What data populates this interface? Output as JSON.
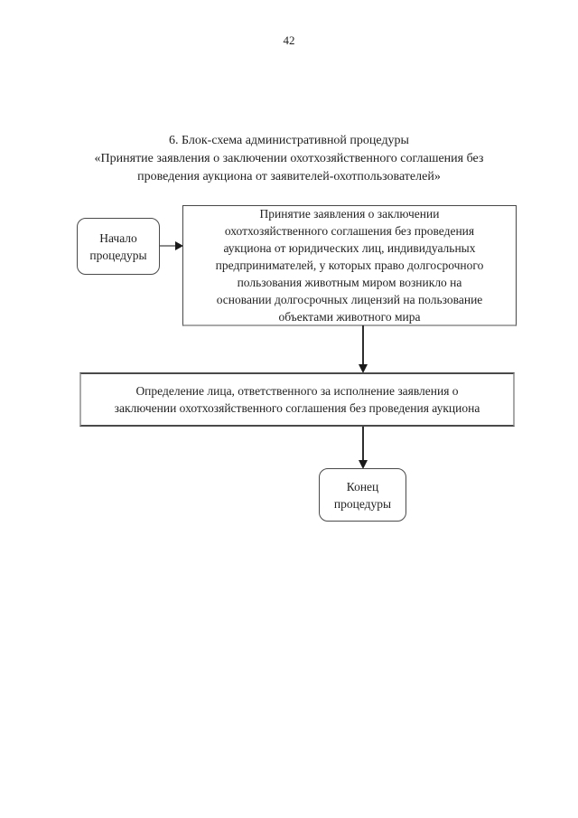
{
  "page": {
    "number": "42",
    "background_color": "#ffffff",
    "text_color": "#1f1f1f"
  },
  "title": {
    "line1": "6. Блок-схема административной процедуры",
    "line2": "«Принятие заявления о заключении охотхозяйственного соглашения без",
    "line3": "проведения аукциона от заявителей-охотпользователей»"
  },
  "flowchart": {
    "start_box": {
      "label": "Начало процедуры"
    },
    "process_box": {
      "lines": [
        "Принятие заявления о заключении",
        "охотхозяйственного соглашения без проведения",
        "аукциона от юридических лиц, индивидуальных",
        "предпринимателей, у которых право долгосрочного",
        "пользования животным миром возникло на",
        "основании долгосрочных лицензий на пользование",
        "объектами животного мира"
      ]
    },
    "assign_box": {
      "lines": [
        "Определение лица, ответственного за исполнение заявления о",
        "заключении охотхозяйственного соглашения без проведения аукциона"
      ]
    },
    "end_box": {
      "label": "Конец процедуры"
    },
    "colors": {
      "border_dark": "#4a4a4a",
      "border_light": "#a9a9a9",
      "arrow_line_horizontal": "#8a8a8a",
      "arrow_line_vertical": "#2e2e2e",
      "arrowhead": "#1a1a1a"
    }
  }
}
